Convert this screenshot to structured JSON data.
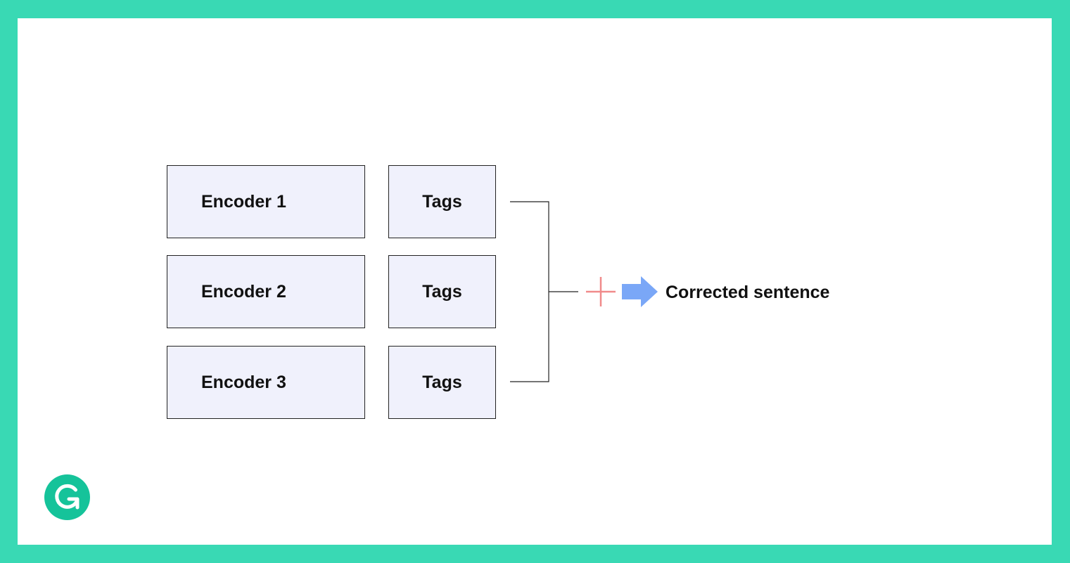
{
  "diagram": {
    "rows": [
      {
        "encoder_label": "Encoder 1",
        "tags_label": "Tags"
      },
      {
        "encoder_label": "Encoder 2",
        "tags_label": "Tags"
      },
      {
        "encoder_label": "Encoder 3",
        "tags_label": "Tags"
      }
    ],
    "output_label": "Corrected sentence"
  },
  "colors": {
    "frame": "#39d9b4",
    "box_fill": "#f0f1fc",
    "plus": "#f08a8a",
    "arrow": "#7aa7f7",
    "logo": "#15c39a"
  },
  "icons": {
    "combine": "plus-icon",
    "flow": "right-arrow-icon",
    "brand": "grammarly-logo-icon"
  }
}
